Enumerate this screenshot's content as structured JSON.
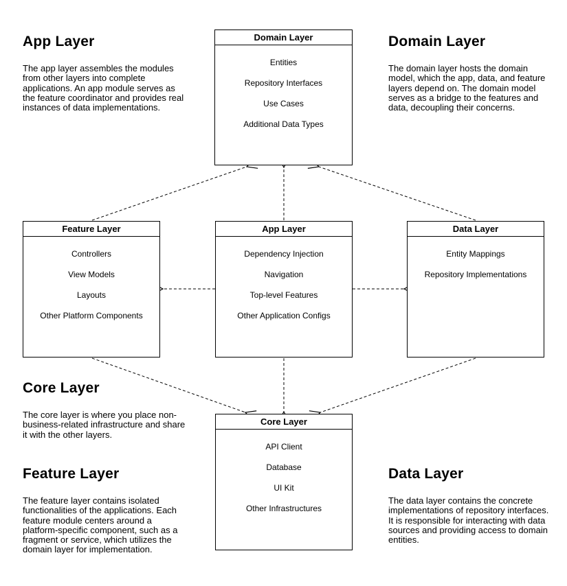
{
  "page": {
    "background_color": "#ffffff",
    "line_color": "#000000",
    "text_color": "#000000"
  },
  "boxes": {
    "domain": {
      "title": "Domain Layer",
      "items": [
        "Entities",
        "Repository Interfaces",
        "Use Cases",
        "Additional Data Types"
      ]
    },
    "feature": {
      "title": "Feature Layer",
      "items": [
        "Controllers",
        "View Models",
        "Layouts",
        "Other Platform Components"
      ]
    },
    "app": {
      "title": "App Layer",
      "items": [
        "Dependency Injection",
        "Navigation",
        "Top-level Features",
        "Other Application Configs"
      ]
    },
    "data": {
      "title": "Data Layer",
      "items": [
        "Entity Mappings",
        "Repository Implementations"
      ]
    },
    "core": {
      "title": "Core Layer",
      "items": [
        "API Client",
        "Database",
        "UI Kit",
        "Other Infrastructures"
      ]
    }
  },
  "notes": {
    "app": {
      "heading": "App Layer",
      "lines": [
        "The app layer assembles the modules",
        "from other layers into complete",
        "applications. An app module serves as",
        "the feature coordinator and provides real",
        "instances of data implementations."
      ]
    },
    "domain": {
      "heading": "Domain Layer",
      "lines": [
        "The domain layer hosts the domain",
        "model, which the app, data, and feature",
        "layers depend on. The domain model",
        "serves as a bridge to the features and",
        "data, decoupling their concerns."
      ]
    },
    "core": {
      "heading": "Core Layer",
      "lines": [
        "The core layer is where you place non-",
        "business-related infrastructure and share",
        "it with the other layers."
      ]
    },
    "feature": {
      "heading": "Feature Layer",
      "lines": [
        "The feature layer contains isolated",
        "functionalities of the applications. Each",
        "feature module centers around a",
        "platform-specific component, such as a",
        "fragment or service, which utilizes the",
        "domain layer for implementation."
      ]
    },
    "data": {
      "heading": "Data Layer",
      "lines": [
        "The data layer contains the concrete",
        "implementations of repository interfaces.",
        "It is responsible for interacting with data",
        "sources and providing access to domain",
        "entities."
      ]
    }
  },
  "connections": [
    {
      "from": "feature",
      "to": "domain",
      "style": "dashed-open-arrow"
    },
    {
      "from": "app",
      "to": "domain",
      "style": "dashed-open-arrow"
    },
    {
      "from": "data",
      "to": "domain",
      "style": "dashed-open-arrow"
    },
    {
      "from": "app",
      "to": "feature",
      "style": "dashed-open-arrow"
    },
    {
      "from": "app",
      "to": "data",
      "style": "dashed-open-arrow"
    },
    {
      "from": "feature",
      "to": "core",
      "style": "dashed-open-arrow"
    },
    {
      "from": "app",
      "to": "core",
      "style": "dashed-open-arrow"
    },
    {
      "from": "data",
      "to": "core",
      "style": "dashed-open-arrow"
    }
  ]
}
